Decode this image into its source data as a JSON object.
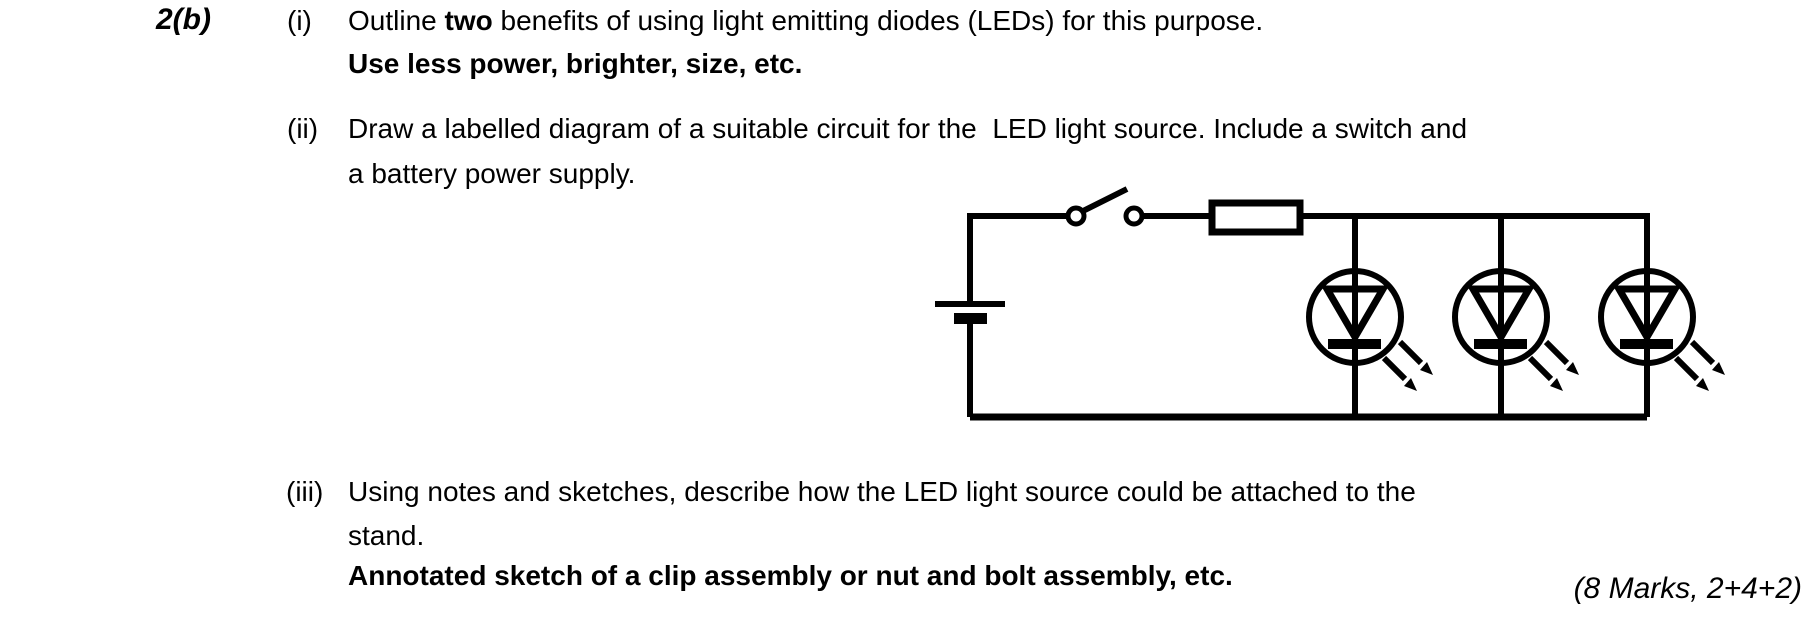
{
  "document": {
    "background": "#ffffff",
    "ink": "#000000"
  },
  "question": {
    "number": "2(b)",
    "marks": "(8 Marks, 2+4+2)",
    "parts": [
      {
        "label": "(i)",
        "prompt_pre": "Outline ",
        "prompt_bold": "two",
        "prompt_post": " benefits of using light emitting diodes (LEDs) for this purpose.",
        "answer": "Use less power, brighter, size, etc."
      },
      {
        "label": "(ii)",
        "prompt_line1": "Draw a labelled diagram of a suitable circuit for the  LED light source. Include a switch and",
        "prompt_line2": "a battery power supply."
      },
      {
        "label": "(iii)",
        "prompt_line1": "Using notes and sketches, describe how the LED light source could be attached to the",
        "prompt_line2": "stand.",
        "answer": "Annotated sketch of a clip assembly or nut and bolt assembly, etc."
      }
    ]
  },
  "circuit": {
    "components": [
      "battery-cell",
      "open-switch",
      "resistor",
      "led",
      "led",
      "led"
    ],
    "leds_in_parallel": 3
  }
}
